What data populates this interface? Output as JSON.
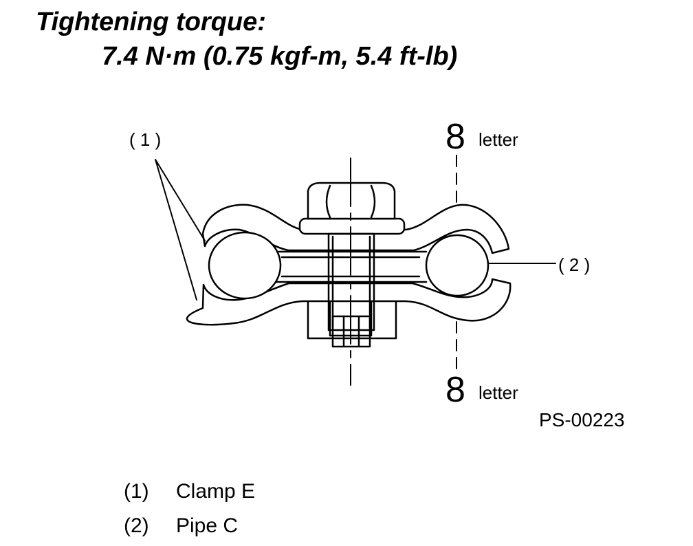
{
  "title": {
    "line1": "Tightening torque:",
    "line2": "7.4 N·m (0.75 kgf-m, 5.4 ft-lb)"
  },
  "diagram": {
    "callout_1": "( 1 )",
    "callout_2": "( 2 )",
    "mark_top_digit": "8",
    "mark_top_word": "letter",
    "mark_bottom_digit": "8",
    "mark_bottom_word": "letter",
    "figure_id": "PS-00223"
  },
  "legend": [
    {
      "num": "(1)",
      "label": "Clamp E"
    },
    {
      "num": "(2)",
      "label": "Pipe C"
    }
  ]
}
